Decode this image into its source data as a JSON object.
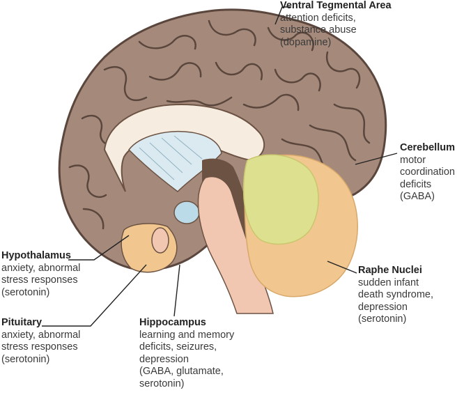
{
  "diagram": {
    "colors": {
      "cortex": "#a58a7b",
      "cortex_outline": "#5a463c",
      "sulci": "#5a463c",
      "white_matter": "#f6ecdf",
      "ventricle": "#dbeaf0",
      "dark_tissue": "#6b5243",
      "brainstem": "#f2c7b1",
      "cerebellum": "#f1c78f",
      "vta_region": "#dde08f",
      "leader_line": "#222222"
    },
    "labels": {
      "vta": {
        "title": "Ventral Tegmental Area",
        "desc": "attention deficits,\nsubstance abuse\n(dopamine)"
      },
      "cerebellum": {
        "title": "Cerebellum",
        "desc": "motor\ncoordination\ndeficits (GABA)"
      },
      "raphe": {
        "title": "Raphe Nuclei",
        "desc": "sudden infant\ndeath syndrome,\ndepression\n(serotonin)"
      },
      "hypothalamus": {
        "title": "Hypothalamus",
        "desc": "anxiety, abnormal\nstress responses\n(serotonin)"
      },
      "pituitary": {
        "title": "Pituitary",
        "desc": "anxiety, abnormal\nstress responses\n(serotonin)"
      },
      "hippocampus": {
        "title": "Hippocampus",
        "desc": "learning and memory\ndeficits, seizures,\ndepression\n(GABA, glutamate,\nserotonin)"
      }
    }
  }
}
